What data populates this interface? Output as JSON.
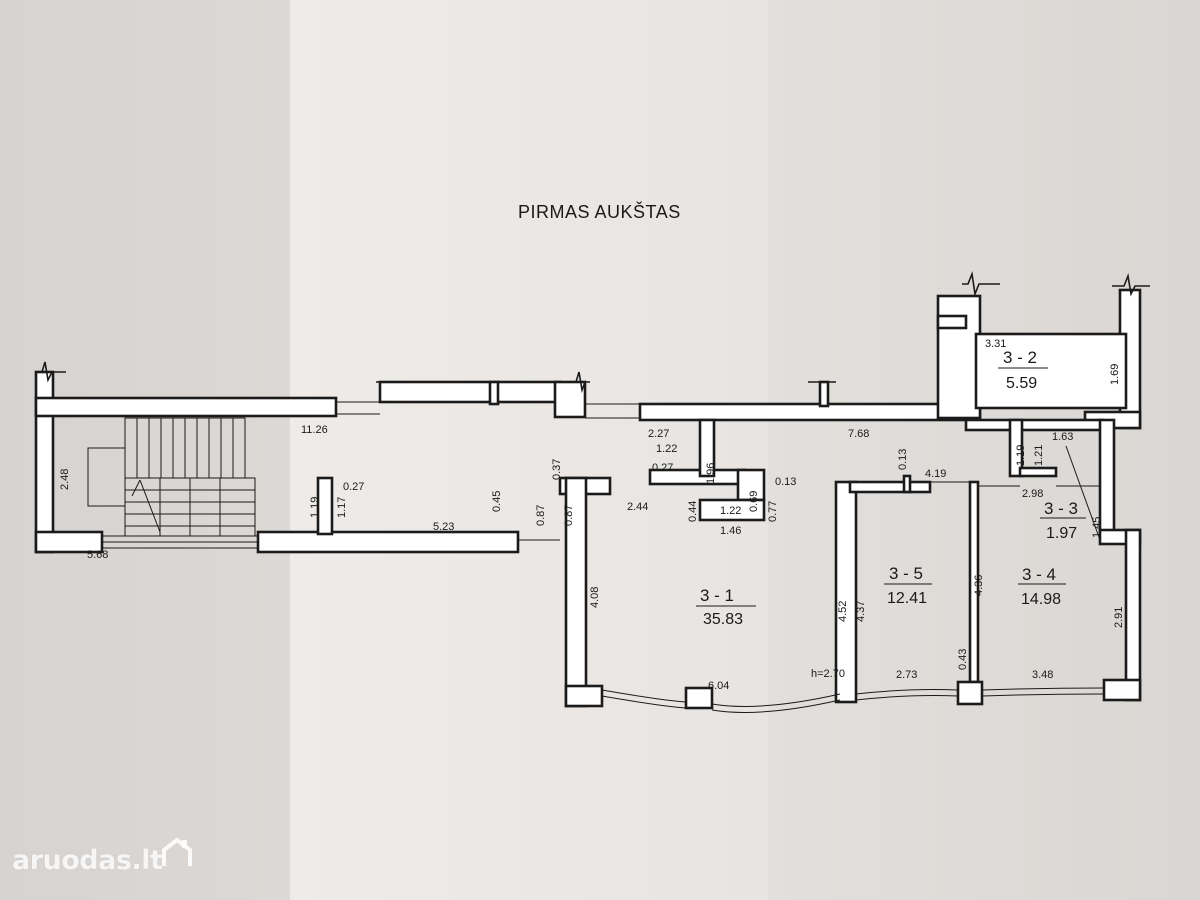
{
  "title": "PIRMAS AUKŠTAS",
  "rooms": [
    {
      "id": "3 - 1",
      "area": "35.83"
    },
    {
      "id": "3 - 2",
      "area": "5.59"
    },
    {
      "id": "3 - 3",
      "area": "1.97"
    },
    {
      "id": "3 - 4",
      "area": "14.98"
    },
    {
      "id": "3 - 5",
      "area": "12.41"
    }
  ],
  "dims": {
    "d_11_26": "11.26",
    "d_2_48": "2.48",
    "d_5_68": "5.68",
    "d_1_19": "1.19",
    "d_0_27a": "0.27",
    "d_1_17": "1.17",
    "d_5_23": "5.23",
    "d_0_45": "0.45",
    "d_0_37": "0.37",
    "d_0_87a": "0.87",
    "d_0_87b": "0.87",
    "d_2_27": "2.27",
    "d_1_22a": "1.22",
    "d_0_27b": "0.27",
    "d_1_96": "1.96",
    "d_2_44": "2.44",
    "d_0_44": "0.44",
    "d_1_22b": "1.22",
    "d_0_69": "0.69",
    "d_0_13a": "0.13",
    "d_1_46": "1.46",
    "d_0_77": "0.77",
    "d_7_68": "7.68",
    "d_0_13b": "0.13",
    "d_4_19": "4.19",
    "d_3_31": "3.31",
    "d_1_69": "1.69",
    "d_1_19b": "1.19",
    "d_1_21": "1.21",
    "d_1_63": "1.63",
    "d_2_98": "2.98",
    "d_1_45": "1.45",
    "d_4_08": "4.08",
    "d_4_52": "4.52",
    "d_4_37": "4.37",
    "d_4_36": "4.36",
    "d_2_91": "2.91",
    "d_0_43": "0.43",
    "d_6_04": "6.04",
    "d_h": "h=2.70",
    "d_2_73": "2.73",
    "d_3_48": "3.48"
  },
  "watermark": {
    "brand": "aruodas",
    "tld": ".lt"
  }
}
